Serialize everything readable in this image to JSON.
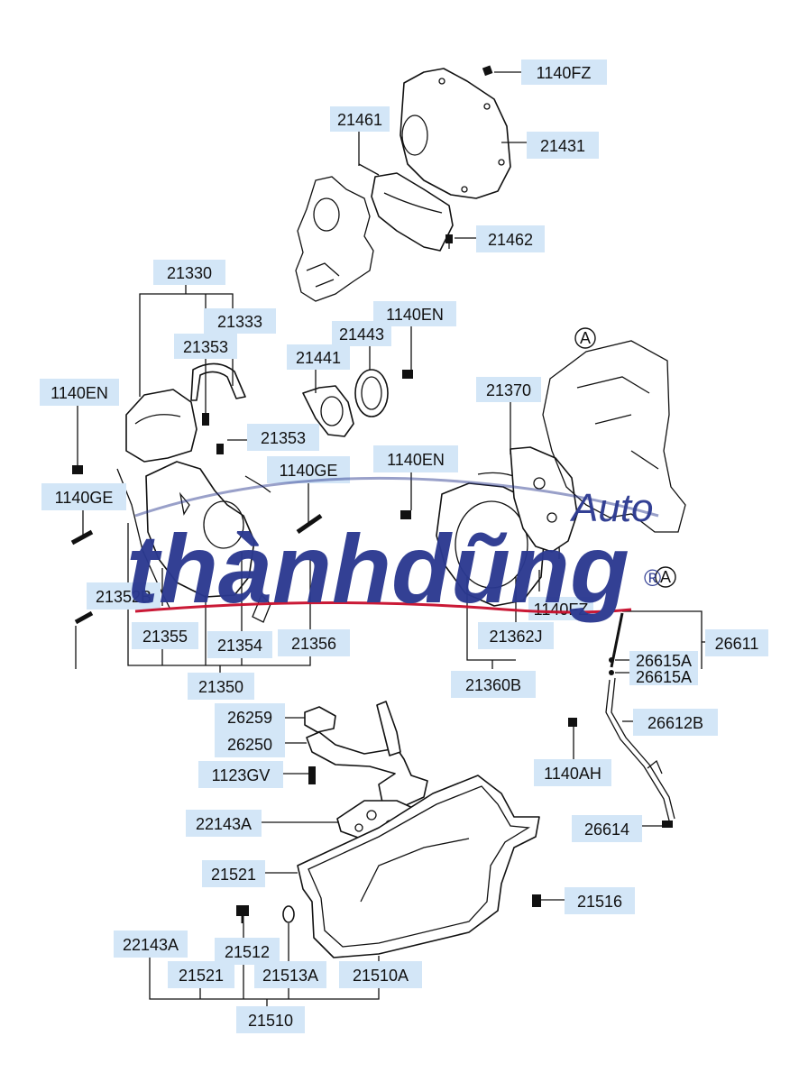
{
  "part_labels": [
    "1140FZ",
    "21461",
    "21431",
    "21462",
    "21330",
    "21333",
    "21353",
    "1140EN",
    "21443",
    "21441",
    "1140EN",
    "21370",
    "21353",
    "1140EN",
    "1140GE",
    "1140GE",
    "21352B",
    "21355",
    "21354",
    "21356",
    "21350",
    "1140FZ",
    "21362J",
    "21360B",
    "26611",
    "26615A",
    "26615A",
    "26612B",
    "26259",
    "26250",
    "1123GV",
    "1140AH",
    "22143A",
    "26614",
    "21521",
    "21516",
    "22143A",
    "21512",
    "21521",
    "21513A",
    "21510A",
    "21510"
  ],
  "view_markers": [
    "A",
    "A"
  ],
  "watermark": {
    "brand": "thànhdũng",
    "tag": "Auto",
    "symbol": "®"
  },
  "colors": {
    "label_bg": "#d3e6f7",
    "line": "#111111",
    "watermark_blue": "#2b3990",
    "watermark_red": "#c8102e"
  }
}
